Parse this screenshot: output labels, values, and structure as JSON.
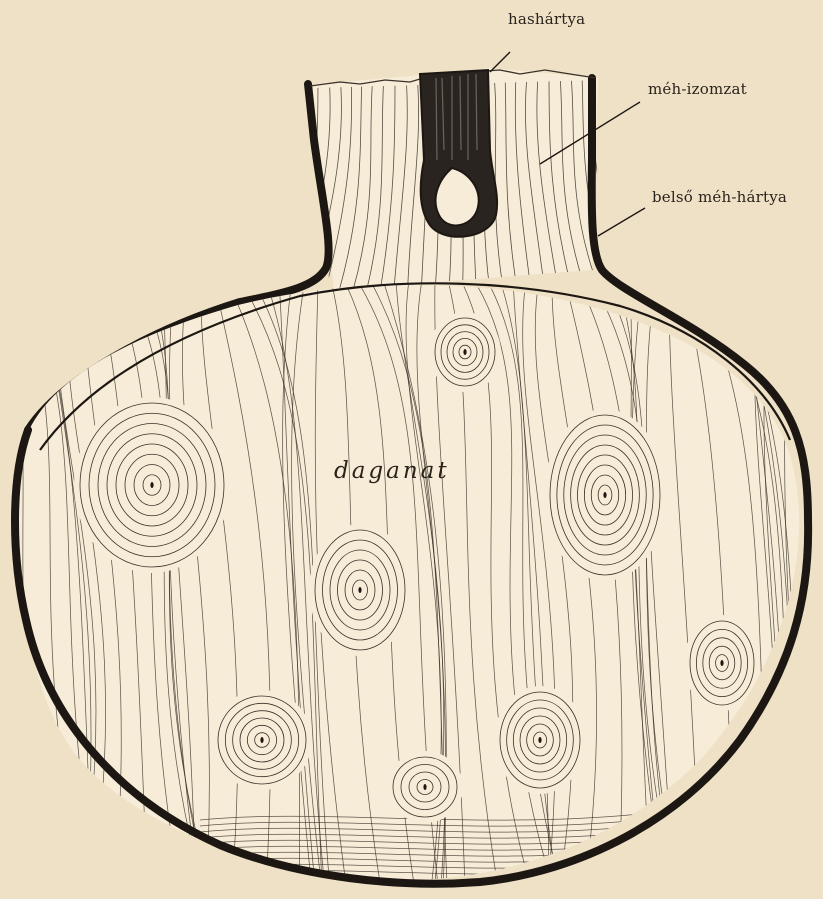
{
  "figure": {
    "labels": {
      "serosa": "hashártya",
      "myometrium": "méh-izomzat",
      "endometrium": "belső méh-hártya",
      "tumor": "daganat"
    }
  },
  "colors": {
    "paper": "#efe1c6",
    "tissue": "#f6ecd7",
    "ink": "#1c1712",
    "line": "#3a3128"
  }
}
